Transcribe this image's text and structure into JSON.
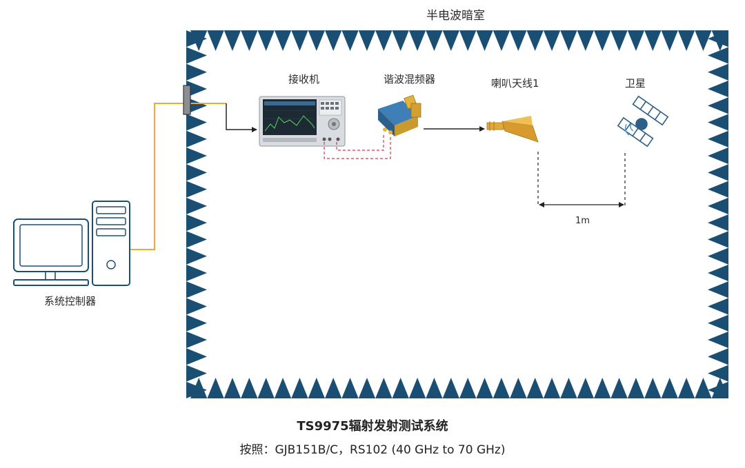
{
  "chamber": {
    "title": "半电波暗室",
    "absorber_color": "#1a4f73"
  },
  "devices": {
    "receiver": {
      "label": "接收机",
      "icon": "receiver-icon"
    },
    "mixer": {
      "label": "谐波混频器",
      "icon": "mixer-icon"
    },
    "horn_antenna": {
      "label": "喇叭天线1",
      "icon": "horn-antenna-icon"
    },
    "satellite": {
      "label": "卫星",
      "icon": "satellite-icon"
    },
    "controller": {
      "label": "系统控制器",
      "icon": "computer-icon"
    }
  },
  "distance": {
    "label": "1m"
  },
  "connections": {
    "control_cable_color": "#f0a830",
    "signal_color": "#222222",
    "if_line_color": "#e0304a"
  },
  "caption": {
    "title": "TS9975辐射发射测试系统",
    "standard": "按照：GJB151B/C，RS102 (40 GHz to 70 GHz)"
  }
}
